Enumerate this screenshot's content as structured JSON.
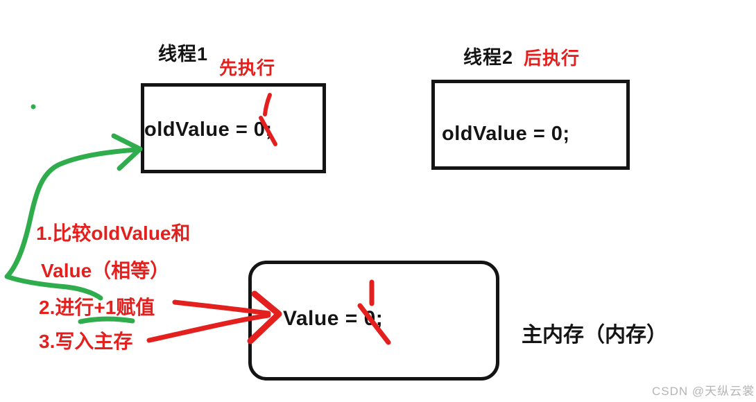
{
  "colors": {
    "red": "#e3201d",
    "green": "#2fad4d",
    "ink": "#141414",
    "watermark_gray": "#b5b5b5"
  },
  "thread1": {
    "title": "线程1",
    "order_note": "先执行",
    "code": "oldValue = 0;"
  },
  "thread2": {
    "title": "线程2",
    "order_note": "后执行",
    "code": "oldValue = 0;"
  },
  "steps": [
    "1.比较oldValue和",
    "Value（相等）",
    "2.进行+1赋值",
    "3.写入主存"
  ],
  "memory": {
    "code": "Value = 0;",
    "label": "主内存（内存）"
  },
  "watermark": "CSDN @天纵云裳",
  "annotations": {
    "green_arrow": "curved-arrow-from-steps-to-thread1-box",
    "red_arrows": "lines-from-step2-and-step3-to-memory-value",
    "strike_marks": "red-tick-and-slash-over-zero-values"
  }
}
